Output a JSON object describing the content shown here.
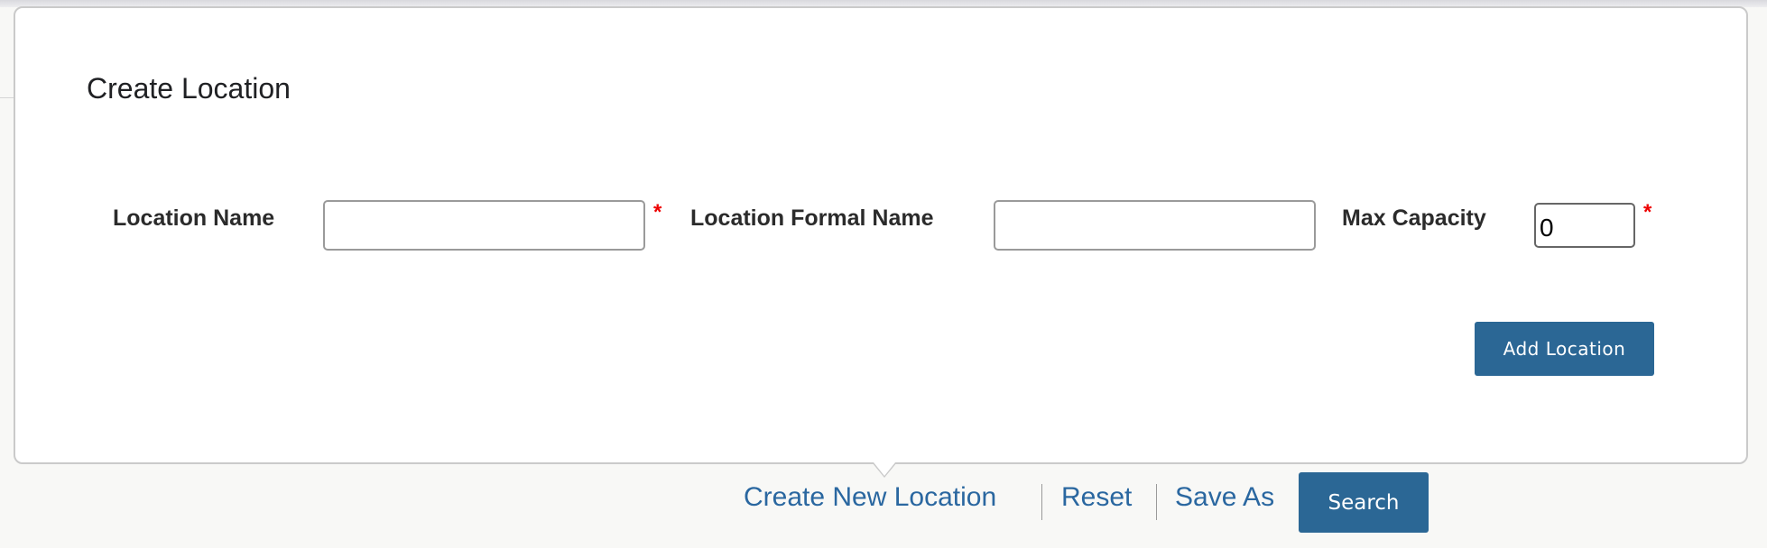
{
  "card": {
    "title": "Create Location",
    "fields": [
      {
        "label": "Location Name",
        "value": "",
        "required": true
      },
      {
        "label": "Location Formal Name",
        "value": "",
        "required": false
      },
      {
        "label": "Max Capacity",
        "value": "0",
        "required": true
      }
    ],
    "required_marker": "*",
    "add_button": "Add Location"
  },
  "footer": {
    "create_new": "Create New Location",
    "reset": "Reset",
    "save_as": "Save As",
    "search": "Search"
  },
  "colors": {
    "accent": "#2b6795",
    "link": "#2a67a0",
    "required": "#ee0000"
  }
}
